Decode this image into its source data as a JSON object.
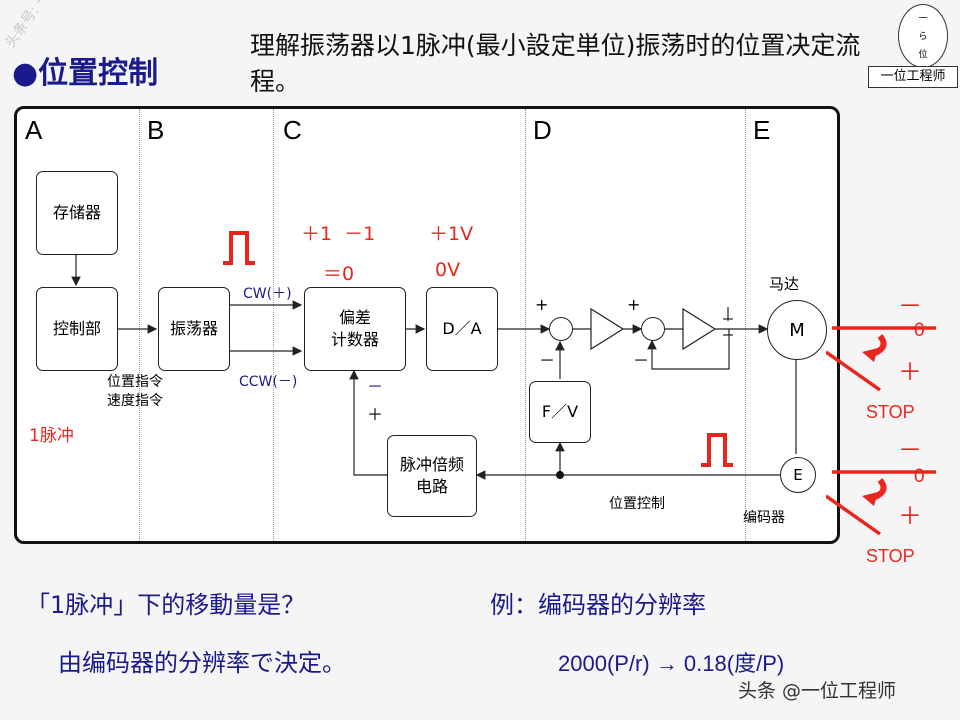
{
  "header": {
    "title": "●位置控制",
    "description": "理解振荡器以1脉冲(最小設定単位)振荡时的位置决定流程。"
  },
  "logo": {
    "text": "一位工程师",
    "glyph_top": "一",
    "glyph_mid": "ら",
    "glyph_bot": "位"
  },
  "watermark": "头条号: 一位工程师",
  "diagram": {
    "columns": [
      "A",
      "B",
      "C",
      "D",
      "E"
    ],
    "blocks": {
      "memory": "存储器",
      "controller": "控制部",
      "oscillator": "振荡器",
      "deviation_counter_l1": "偏差",
      "deviation_counter_l2": "计数器",
      "da": "D／A",
      "fv": "F／V",
      "pulse_mult_l1": "脉冲倍频",
      "pulse_mult_l2": "电路",
      "motor": "M",
      "encoder": "E"
    },
    "labels": {
      "cw": "CW(＋)",
      "ccw": "CCW(－)",
      "position_command": "位置指令",
      "speed_command": "速度指令",
      "one_pulse": "1脉冲",
      "counter_math_l1": "＋1  －1",
      "counter_math_l2": "＝0",
      "voltage_top": "＋1V",
      "voltage_bottom": "0V",
      "motor_label": "马达",
      "encoder_label": "编码器",
      "position_control": "位置控制",
      "plus": "+",
      "minus": "－",
      "fb_minus": "－",
      "fb_plus": "＋"
    },
    "switch": {
      "minus": "－",
      "zero": "0",
      "plus": "＋",
      "stop": "STOP"
    }
  },
  "footer": {
    "question": "「1脉冲」下的移動量是？",
    "example_title": "例：编码器的分辨率",
    "answer": "由编码器的分辨率で決定。",
    "example_value": "2000(P/r) → 0.18(度/P)",
    "credit": "头条 @一位工程师"
  },
  "colors": {
    "accent_blue": "#1a1a8c",
    "accent_red": "#e8261e"
  }
}
